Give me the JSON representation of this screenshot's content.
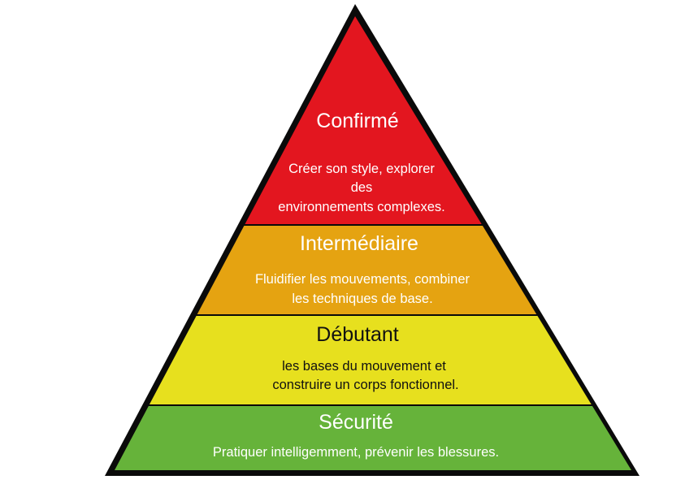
{
  "colors": {
    "outline": "#0a0a0a",
    "confirme": "#e3161f",
    "intermediaire": "#e5a311",
    "debutant": "#e7e01e",
    "securite": "#66b33a",
    "light_text": "#ffffff",
    "dark_text": "#111111"
  },
  "levels": [
    {
      "title": "Confirmé",
      "lines": [
        "Créer son style, explorer",
        "des",
        "environnements complexes."
      ]
    },
    {
      "title": "Intermédiaire",
      "lines": [
        "Fluidifier les mouvements, combiner",
        "les techniques de base."
      ]
    },
    {
      "title": "Débutant",
      "lines": [
        "les bases du mouvement et",
        "construire un corps fonctionnel."
      ]
    },
    {
      "title": "Sécurité",
      "lines": [
        "Pratiquer intelligemment, prévenir les blessures."
      ]
    }
  ]
}
